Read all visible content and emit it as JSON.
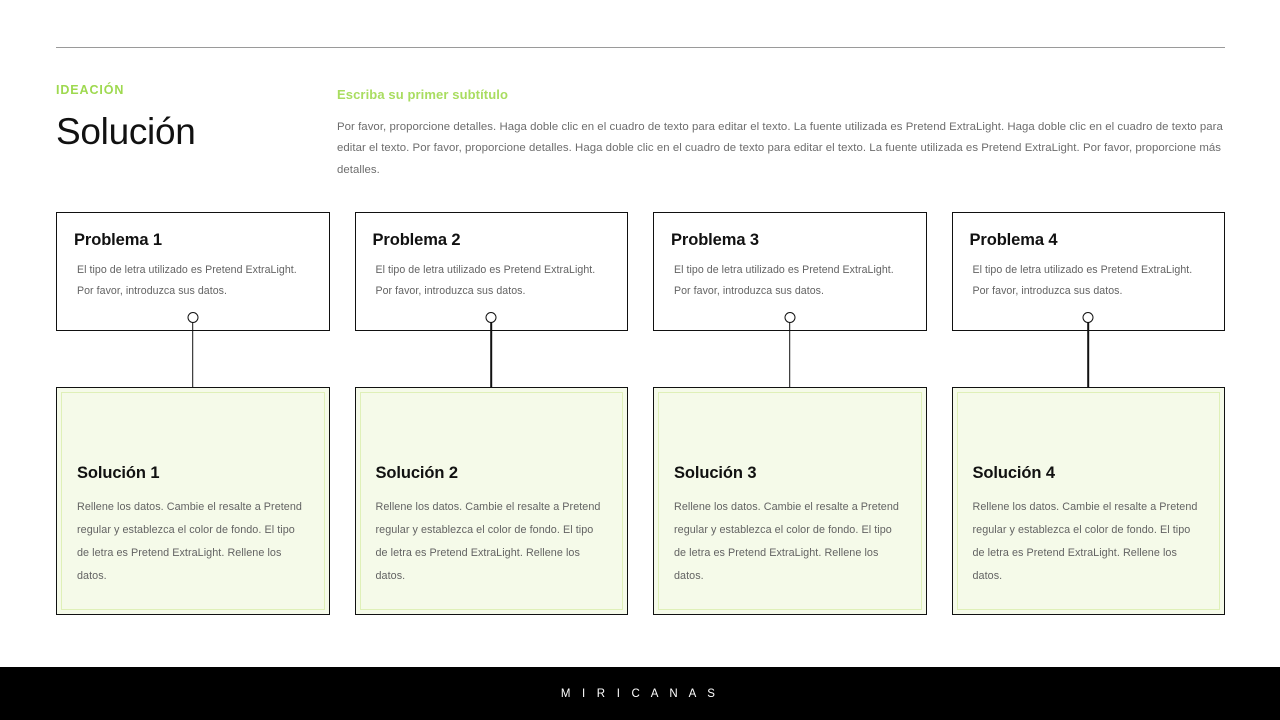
{
  "header": {
    "eyebrow": "IDEACIÓN",
    "title": "Solución",
    "subtitle": "Escriba su primer subtítulo",
    "lead": "Por favor, proporcione detalles. Haga doble clic en el cuadro de texto para editar el texto. La fuente utilizada es Pretend ExtraLight. Haga doble clic en el cuadro de texto para editar el texto. Por favor, proporcione detalles. Haga doble clic en el cuadro de texto para editar el texto. La fuente utilizada es Pretend ExtraLight. Por favor, proporcione más detalles."
  },
  "columns": [
    {
      "problem": {
        "title": "Problema 1",
        "body": "El tipo de letra utilizado es Pretend ExtraLight. Por favor, introduzca sus datos."
      },
      "solution": {
        "title": "Solución 1",
        "body": "Rellene los datos. Cambie el resalte a Pretend regular y establezca el color de fondo. El tipo de letra es Pretend ExtraLight. Rellene los datos."
      }
    },
    {
      "problem": {
        "title": "Problema 2",
        "body": "El tipo de letra utilizado es Pretend ExtraLight. Por favor, introduzca sus datos."
      },
      "solution": {
        "title": "Solución 2",
        "body": "Rellene los datos. Cambie el resalte a Pretend regular y establezca el color de fondo. El tipo de letra es Pretend ExtraLight. Rellene los datos."
      }
    },
    {
      "problem": {
        "title": "Problema 3",
        "body": "El tipo de letra utilizado es Pretend ExtraLight. Por favor, introduzca sus datos."
      },
      "solution": {
        "title": "Solución 3",
        "body": "Rellene los datos. Cambie el resalte a Pretend regular y establezca el color de fondo. El tipo de letra es Pretend ExtraLight. Rellene los datos."
      }
    },
    {
      "problem": {
        "title": "Problema 4",
        "body": "El tipo de letra utilizado es Pretend ExtraLight. Por favor, introduzca sus datos."
      },
      "solution": {
        "title": "Solución 4",
        "body": "Rellene los datos. Cambie el resalte a Pretend regular y establezca el color de fondo. El tipo de letra es Pretend ExtraLight. Rellene los datos."
      }
    }
  ],
  "footer": {
    "brand": "M I R I C A N A S"
  },
  "colors": {
    "accent_green": "#9ed94f",
    "subtitle_green": "#a9dd60",
    "solution_bg": "#f5fae9",
    "solution_inner_border": "#dff0b8",
    "ink": "#111111",
    "body_text": "#636363",
    "rule": "#9a9a9a",
    "footer_bg": "#000000"
  }
}
